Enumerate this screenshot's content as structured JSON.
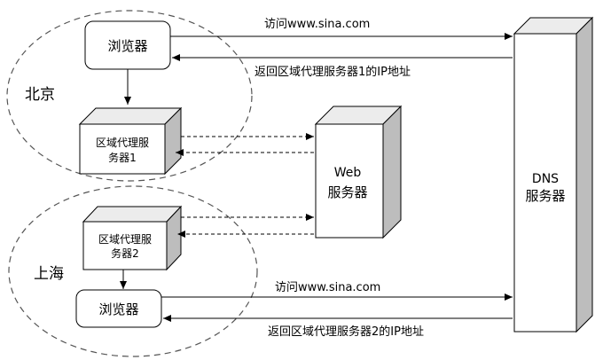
{
  "nodes": {
    "browser_top": "浏览器",
    "browser_bottom": "浏览器",
    "proxy1_line1": "区域代理服",
    "proxy1_line2": "务器1",
    "proxy2_line1": "区域代理服",
    "proxy2_line2": "务器2",
    "web_line1": "Web",
    "web_line2": "服务器",
    "dns_line1": "DNS",
    "dns_line2": "服务器"
  },
  "regions": {
    "beijing": "北京",
    "shanghai": "上海"
  },
  "edges": {
    "visit_top": "访问www.sina.com",
    "return_top": "返回区域代理服务器1的IP地址",
    "visit_bottom": "访问www.sina.com",
    "return_bottom": "返回区域代理服务器2的IP地址"
  }
}
